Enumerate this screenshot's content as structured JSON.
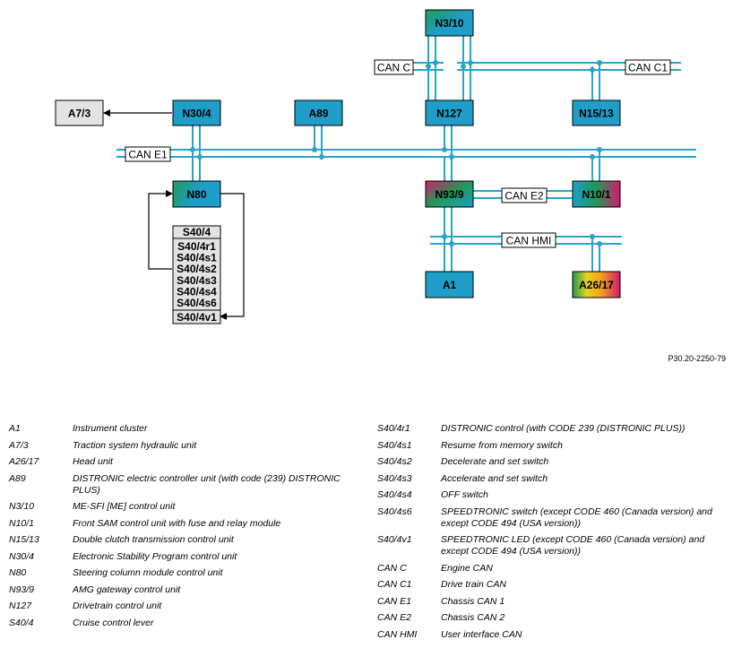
{
  "diagram": {
    "modules": {
      "n3_10": "N3/10",
      "a7_3": "A7/3",
      "n30_4": "N30/4",
      "a89": "A89",
      "n127": "N127",
      "n15_13": "N15/13",
      "n80": "N80",
      "n93_9": "N93/9",
      "n10_1": "N10/1",
      "a1": "A1",
      "a26_17": "A26/17"
    },
    "buses": {
      "can_c": "CAN C",
      "can_c1": "CAN C1",
      "can_e1": "CAN E1",
      "can_e2": "CAN E2",
      "can_hmi": "CAN HMI"
    },
    "switch_block": {
      "header": "S40/4",
      "items": [
        "S40/4r1",
        "S40/4s1",
        "S40/4s2",
        "S40/4s3",
        "S40/4s4",
        "S40/4s6"
      ],
      "footer": "S40/4v1"
    },
    "colors": {
      "bus_line": "#29a3c9",
      "module_fill": "#1e9ec8",
      "module_gray": "#e3e3e3",
      "gradient_green": "#1f9a55",
      "gradient_magenta": "#d6186f"
    }
  },
  "reference": "P30.20-2250-79",
  "legend_left": [
    {
      "code": "A1",
      "desc": "Instrument cluster"
    },
    {
      "code": "A7/3",
      "desc": "Traction system hydraulic unit"
    },
    {
      "code": "A26/17",
      "desc": "Head unit"
    },
    {
      "code": "A89",
      "desc": "DISTRONIC electric controller unit (with code (239) DISTRONIC PLUS)"
    },
    {
      "code": "N3/10",
      "desc": "ME-SFI [ME] control unit"
    },
    {
      "code": "N10/1",
      "desc": "Front SAM control unit with fuse and relay module"
    },
    {
      "code": "N15/13",
      "desc": "Double clutch transmission control unit"
    },
    {
      "code": "N30/4",
      "desc": "Electronic Stability Program control unit"
    },
    {
      "code": "N80",
      "desc": "Steering column module control unit"
    },
    {
      "code": "N93/9",
      "desc": "AMG gateway control unit"
    },
    {
      "code": "N127",
      "desc": "Drivetrain control unit"
    },
    {
      "code": "S40/4",
      "desc": "Cruise control lever"
    }
  ],
  "legend_right": [
    {
      "code": "S40/4r1",
      "desc": "DISTRONIC control (with CODE 239 (DISTRONIC PLUS))"
    },
    {
      "code": "S40/4s1",
      "desc": "Resume from memory switch"
    },
    {
      "code": "S40/4s2",
      "desc": "Decelerate and set switch"
    },
    {
      "code": "S40/4s3",
      "desc": "Accelerate and set switch"
    },
    {
      "code": "S40/4s4",
      "desc": "OFF switch"
    },
    {
      "code": "S40/4s6",
      "desc": "SPEEDTRONIC switch (except CODE 460 (Canada version) and except CODE 494 (USA version))"
    },
    {
      "code": "S40/4v1",
      "desc": "SPEEDTRONIC LED (except CODE 460 (Canada version) and except CODE 494 (USA version))"
    },
    {
      "code": "CAN C",
      "desc": "Engine CAN"
    },
    {
      "code": "CAN C1",
      "desc": "Drive train CAN"
    },
    {
      "code": "CAN E1",
      "desc": "Chassis CAN 1"
    },
    {
      "code": "CAN E2",
      "desc": "Chassis CAN 2"
    },
    {
      "code": "CAN HMI",
      "desc": "User interface CAN"
    }
  ]
}
